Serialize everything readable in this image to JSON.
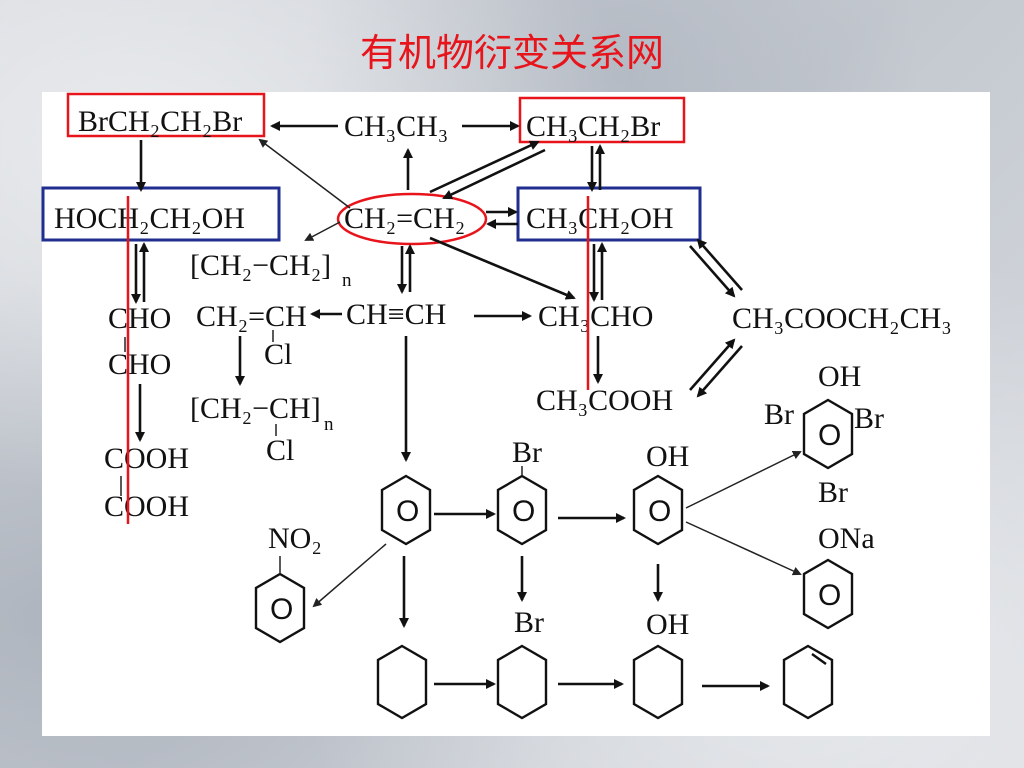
{
  "slide": {
    "title": "有机物衍变关系网"
  },
  "labels": {
    "c2h4br2": "BrCH₂CH₂Br",
    "ethane": "CH₃CH₃",
    "bromoethane": "CH₃CH₂Br",
    "glycol": "HOCH₂CH₂OH",
    "ethylene": "CH₂=CH₂",
    "ethanol": "CH₃CH₂OH",
    "pe_bracket": "[CH₂−CH₂]",
    "n": "n",
    "cho": "CHO",
    "vinyl_chloride": "CH₂=CH",
    "cl": "Cl",
    "acetylene": "CH≡CH",
    "acetaldehyde": "CH₃CHO",
    "ethyl_acetate": "CH₃COOCH₂CH₃",
    "pvc_bracket": "[CH₂−CH]",
    "acetic_acid": "CH₃COOH",
    "cooh": "COOH",
    "oh": "OH",
    "br": "Br",
    "no2": "NO₂",
    "ona": "ONa",
    "ring_o": "O"
  },
  "colors": {
    "title": "#e8141b",
    "red_box": "#e8141b",
    "blue_box": "#1f2e8f",
    "text": "#111111"
  },
  "icons": [
    "benzene-ring-icon",
    "cyclohexane-ring-icon",
    "cyclohexene-ring-icon",
    "arrow-icon"
  ]
}
